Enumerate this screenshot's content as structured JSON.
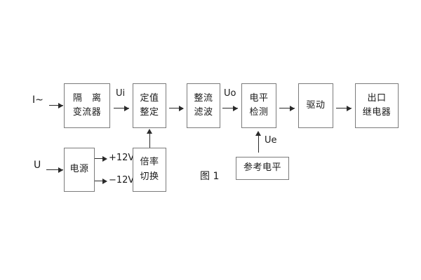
{
  "figure": {
    "caption": "图 1",
    "background_color": "#ffffff",
    "box_border_color": "#7b7b7b",
    "line_color": "#2a2a2a",
    "text_color": "#1a1a1a"
  },
  "signal_chain": {
    "input_label": "I~",
    "blocks": [
      {
        "id": "isolation-transformer",
        "line1": "隔 离",
        "line2": "变流器"
      },
      {
        "id": "setpoint-adjust",
        "line1": "定值",
        "line2": "整定"
      },
      {
        "id": "rectify-filter",
        "line1": "整流",
        "line2": "滤波"
      },
      {
        "id": "level-detect",
        "line1": "电平",
        "line2": "检测"
      },
      {
        "id": "drive",
        "line1": "驱动",
        "line2": ""
      },
      {
        "id": "output-relay",
        "line1": "出口",
        "line2": "继电器"
      }
    ],
    "signal_labels": {
      "ui": "Ui",
      "uo": "Uo",
      "ue": "Ue"
    }
  },
  "power_section": {
    "input_label": "U",
    "supply_block": {
      "id": "power-supply",
      "line1": "电源",
      "line2": ""
    },
    "rails": [
      {
        "id": "rail-positive",
        "label": "+12V"
      },
      {
        "id": "rail-negative",
        "label": "−12V"
      }
    ],
    "multiplier_block": {
      "id": "multiplier-switch",
      "line1": "倍率",
      "line2": "切换"
    }
  },
  "reference_section": {
    "reference_block": {
      "id": "reference-level",
      "line1": "参考电平",
      "line2": ""
    }
  }
}
